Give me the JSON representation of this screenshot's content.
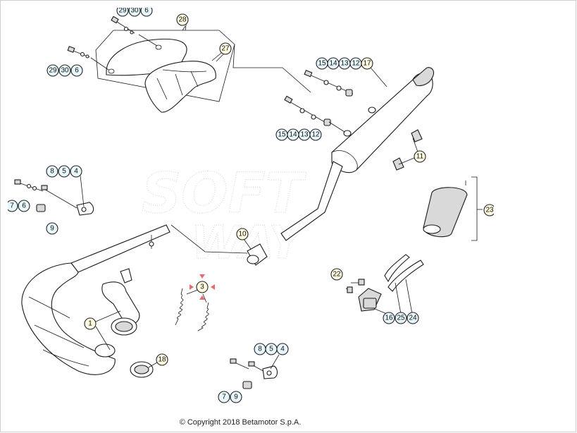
{
  "watermark": {
    "line1": "SOFT",
    "line2": "WAY"
  },
  "copyright": "© Copyright 2018 Betamotor S.p.A.",
  "colors": {
    "callout_fill": "#fffbe0",
    "chip_fill": "#e6f6fb",
    "highlight": "#e86b6b"
  },
  "callouts": {
    "c1": "1",
    "c3": "3",
    "c10": "10",
    "c11": "11",
    "c17": "17",
    "c18": "18",
    "c22": "22",
    "c23": "23",
    "c27": "27",
    "c28": "28"
  },
  "groups": {
    "top_screws": [
      "29",
      "30",
      "6"
    ],
    "left_screws": [
      "29",
      "30",
      "6"
    ],
    "muffler_rear": [
      "15",
      "14",
      "13",
      "12"
    ],
    "muffler_front": [
      "15",
      "14",
      "13",
      "12"
    ],
    "left_bracket_top": [
      "8",
      "5",
      "4"
    ],
    "left_bracket_bottom": [
      "7",
      "6"
    ],
    "left_bracket_9": [
      "9"
    ],
    "right_bracket_top": [
      "8",
      "5",
      "4"
    ],
    "right_bracket_bottom": [
      "7",
      "9"
    ],
    "bottom_right": [
      "16",
      "25",
      "24"
    ]
  }
}
